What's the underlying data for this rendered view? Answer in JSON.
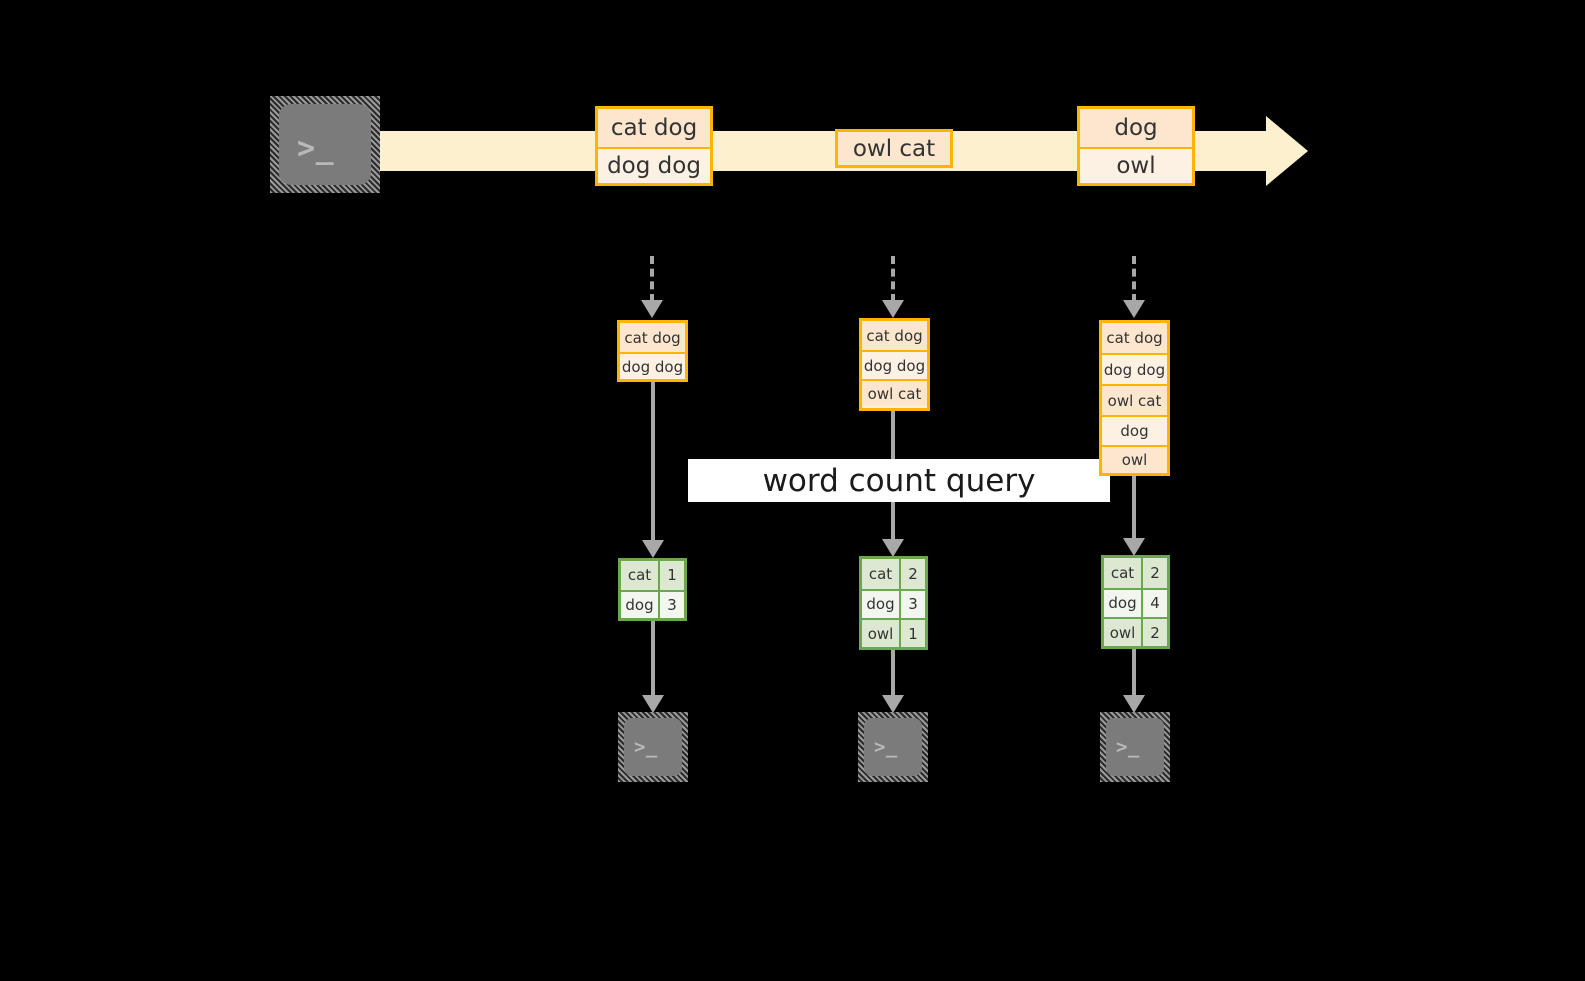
{
  "colors": {
    "stream_fill": "#fdf0cf",
    "event_border": "#ffb400",
    "event_fill_light": "#fdf1e4",
    "event_fill_dark": "#fce6cd",
    "table_border": "#6aa84f",
    "table_fill_light": "#f2f6ee",
    "table_fill_dark": "#dde8d2",
    "connector": "#a8a8a8",
    "terminal_screen": "#7b7b7b",
    "background": "#000000",
    "label_fill": "#ffffff"
  },
  "producer": {
    "icon": "terminal-icon",
    "prompt": ">_"
  },
  "stream": {
    "name": "event-stream-arrow",
    "events": [
      {
        "lines": [
          "cat dog",
          "dog dog"
        ]
      },
      {
        "lines": [
          "owl cat"
        ]
      },
      {
        "lines": [
          "dog",
          "owl"
        ]
      }
    ]
  },
  "query_label": "word count query",
  "columns": [
    {
      "name": "snapshot-1",
      "input_lines": [
        "cat dog",
        "dog dog"
      ],
      "result": {
        "rows": [
          {
            "word": "cat",
            "count": "1"
          },
          {
            "word": "dog",
            "count": "3"
          }
        ]
      },
      "consumer": {
        "icon": "terminal-icon",
        "prompt": ">_"
      }
    },
    {
      "name": "snapshot-2",
      "input_lines": [
        "cat dog",
        "dog dog",
        "owl cat"
      ],
      "result": {
        "rows": [
          {
            "word": "cat",
            "count": "2"
          },
          {
            "word": "dog",
            "count": "3"
          },
          {
            "word": "owl",
            "count": "1"
          }
        ]
      },
      "consumer": {
        "icon": "terminal-icon",
        "prompt": ">_"
      }
    },
    {
      "name": "snapshot-3",
      "input_lines": [
        "cat dog",
        "dog dog",
        "owl cat",
        "dog",
        "owl"
      ],
      "result": {
        "rows": [
          {
            "word": "cat",
            "count": "2"
          },
          {
            "word": "dog",
            "count": "4"
          },
          {
            "word": "owl",
            "count": "2"
          }
        ]
      },
      "consumer": {
        "icon": "terminal-icon",
        "prompt": ">_"
      }
    }
  ]
}
